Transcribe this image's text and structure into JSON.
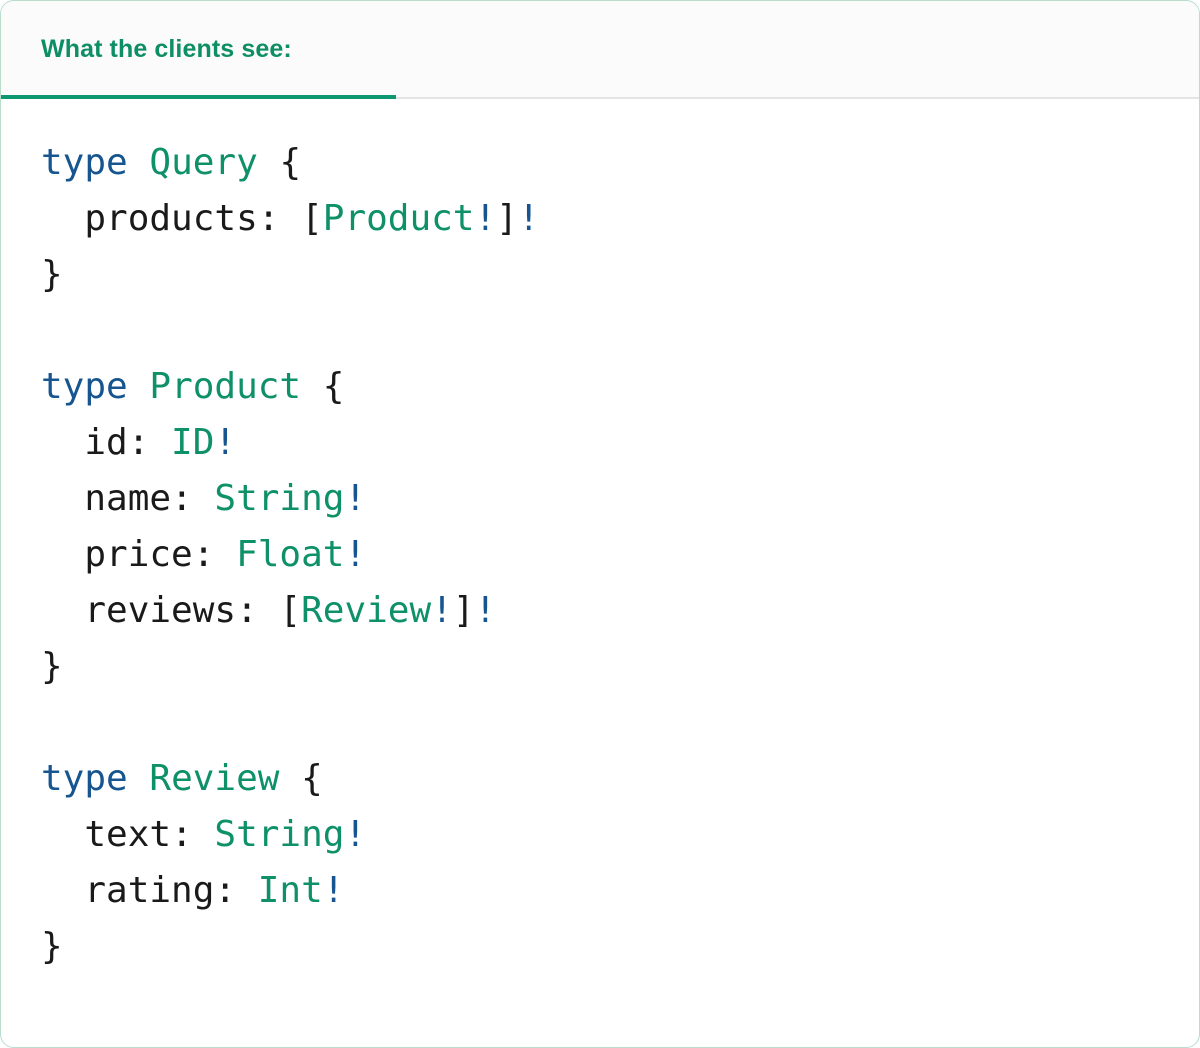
{
  "card": {
    "border_color": "#b9dccb",
    "background": "#ffffff"
  },
  "tabs": [
    {
      "label": "What the clients see:",
      "active": true,
      "color": "#0e8e64",
      "underline_color": "#0e9871"
    }
  ],
  "syntax_colors": {
    "keyword": "#16558f",
    "type_name": "#0e9068",
    "punctuation": "#1a1a1a",
    "text": "#1a1a1a"
  },
  "code": {
    "language": "graphql",
    "raw": "type Query {\n  products: [Product!]!\n}\n\ntype Product {\n  id: ID!\n  name: String!\n  price: Float!\n  reviews: [Review!]!\n}\n\ntype Review {\n  text: String!\n  rating: Int!\n}",
    "lines": [
      {
        "tokens": [
          {
            "t": "type",
            "c": "kw"
          },
          {
            "t": " ",
            "c": "pn"
          },
          {
            "t": "Query",
            "c": "tn"
          },
          {
            "t": " {",
            "c": "pn"
          }
        ]
      },
      {
        "tokens": [
          {
            "t": "  products: [",
            "c": "pn"
          },
          {
            "t": "Product",
            "c": "tn"
          },
          {
            "t": "!",
            "c": "kw"
          },
          {
            "t": "]",
            "c": "pn"
          },
          {
            "t": "!",
            "c": "kw"
          }
        ]
      },
      {
        "tokens": [
          {
            "t": "}",
            "c": "pn"
          }
        ]
      },
      {
        "tokens": []
      },
      {
        "tokens": [
          {
            "t": "type",
            "c": "kw"
          },
          {
            "t": " ",
            "c": "pn"
          },
          {
            "t": "Product",
            "c": "tn"
          },
          {
            "t": " {",
            "c": "pn"
          }
        ]
      },
      {
        "tokens": [
          {
            "t": "  id: ",
            "c": "pn"
          },
          {
            "t": "ID",
            "c": "tn"
          },
          {
            "t": "!",
            "c": "kw"
          }
        ]
      },
      {
        "tokens": [
          {
            "t": "  name: ",
            "c": "pn"
          },
          {
            "t": "String",
            "c": "tn"
          },
          {
            "t": "!",
            "c": "kw"
          }
        ]
      },
      {
        "tokens": [
          {
            "t": "  price: ",
            "c": "pn"
          },
          {
            "t": "Float",
            "c": "tn"
          },
          {
            "t": "!",
            "c": "kw"
          }
        ]
      },
      {
        "tokens": [
          {
            "t": "  reviews: [",
            "c": "pn"
          },
          {
            "t": "Review",
            "c": "tn"
          },
          {
            "t": "!",
            "c": "kw"
          },
          {
            "t": "]",
            "c": "pn"
          },
          {
            "t": "!",
            "c": "kw"
          }
        ]
      },
      {
        "tokens": [
          {
            "t": "}",
            "c": "pn"
          }
        ]
      },
      {
        "tokens": []
      },
      {
        "tokens": [
          {
            "t": "type",
            "c": "kw"
          },
          {
            "t": " ",
            "c": "pn"
          },
          {
            "t": "Review",
            "c": "tn"
          },
          {
            "t": " {",
            "c": "pn"
          }
        ]
      },
      {
        "tokens": [
          {
            "t": "  text: ",
            "c": "pn"
          },
          {
            "t": "String",
            "c": "tn"
          },
          {
            "t": "!",
            "c": "kw"
          }
        ]
      },
      {
        "tokens": [
          {
            "t": "  rating: ",
            "c": "pn"
          },
          {
            "t": "Int",
            "c": "tn"
          },
          {
            "t": "!",
            "c": "kw"
          }
        ]
      },
      {
        "tokens": [
          {
            "t": "}",
            "c": "pn"
          }
        ]
      }
    ]
  }
}
